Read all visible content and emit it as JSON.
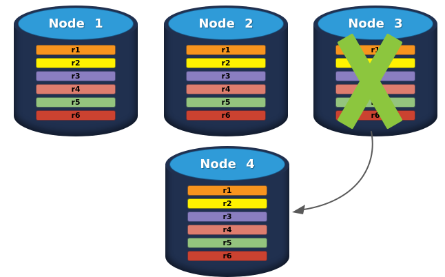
{
  "colors": {
    "background": "#FFFFFF",
    "cylinder_body": "#20304F",
    "cylinder_cap": "#2F9BD8",
    "node_label_text": "#FFFFFF",
    "row_label_text": "#000000",
    "cross": "#8CC63E",
    "arrow": "#595959"
  },
  "nodes": [
    {
      "label": "Node 1",
      "rows": [
        {
          "label": "r1",
          "color": "#F7941E"
        },
        {
          "label": "r2",
          "color": "#FFF200"
        },
        {
          "label": "r3",
          "color": "#8A7EC0"
        },
        {
          "label": "r4",
          "color": "#DE7D6E"
        },
        {
          "label": "r5",
          "color": "#94C47E"
        },
        {
          "label": "r6",
          "color": "#CB4230"
        }
      ]
    },
    {
      "label": "Node 2",
      "rows": [
        {
          "label": "r1",
          "color": "#F7941E"
        },
        {
          "label": "r2",
          "color": "#FFF200"
        },
        {
          "label": "r3",
          "color": "#8A7EC0"
        },
        {
          "label": "r4",
          "color": "#DE7D6E"
        },
        {
          "label": "r5",
          "color": "#94C47E"
        },
        {
          "label": "r6",
          "color": "#CB4230"
        }
      ]
    },
    {
      "label": "Node 3",
      "overlay_icon": "x-cross",
      "rows": [
        {
          "label": "r1",
          "color": "#F7941E"
        },
        {
          "label": "r2",
          "color": "#FFF200"
        },
        {
          "label": "r3",
          "color": "#8A7EC0"
        },
        {
          "label": "r4",
          "color": "#DE7D6E"
        },
        {
          "label": "r5",
          "color": "#94C47E"
        },
        {
          "label": "r6",
          "color": "#CB4230"
        }
      ]
    },
    {
      "label": "Node 4",
      "rows": [
        {
          "label": "r1",
          "color": "#F7941E"
        },
        {
          "label": "r2",
          "color": "#FFF200"
        },
        {
          "label": "r3",
          "color": "#8A7EC0"
        },
        {
          "label": "r4",
          "color": "#DE7D6E"
        },
        {
          "label": "r5",
          "color": "#94C47E"
        },
        {
          "label": "r6",
          "color": "#CB4230"
        }
      ]
    }
  ],
  "arrow": {
    "from": "Node 3",
    "to": "Node 4"
  }
}
